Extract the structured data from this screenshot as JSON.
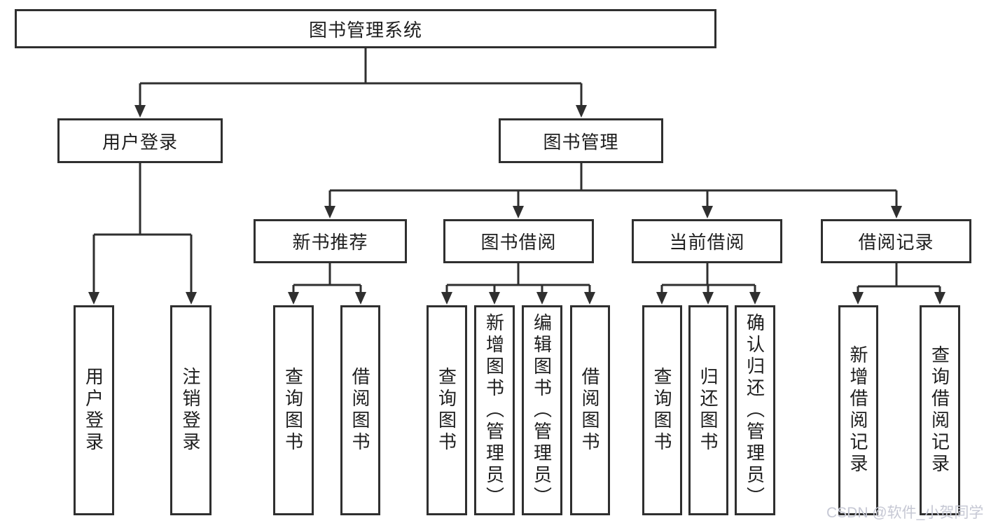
{
  "tree": {
    "root": {
      "label": "图书管理系统"
    },
    "children": [
      {
        "label": "用户登录",
        "children": [
          {
            "label": "用户登录"
          },
          {
            "label": "注销登录"
          }
        ]
      },
      {
        "label": "图书管理",
        "children": [
          {
            "label": "新书推荐",
            "children": [
              {
                "label": "查询图书"
              },
              {
                "label": "借阅图书"
              }
            ]
          },
          {
            "label": "图书借阅",
            "children": [
              {
                "label": "查询图书"
              },
              {
                "label": "新增图书（管理员）"
              },
              {
                "label": "编辑图书（管理员）"
              },
              {
                "label": "借阅图书"
              }
            ]
          },
          {
            "label": "当前借阅",
            "children": [
              {
                "label": "查询图书"
              },
              {
                "label": "归还图书"
              },
              {
                "label": "确认归还（管理员）"
              }
            ]
          },
          {
            "label": "借阅记录",
            "children": [
              {
                "label": "新增借阅记录"
              },
              {
                "label": "查询借阅记录"
              }
            ]
          }
        ]
      }
    ]
  },
  "watermark": {
    "text": "CSDN @软件_小贺同学",
    "color": "#c6c8d4"
  },
  "colors": {
    "line": "#2f2f2f",
    "box_border": "#2f2f2f",
    "text": "#1e1e1e",
    "background": "#ffffff"
  }
}
